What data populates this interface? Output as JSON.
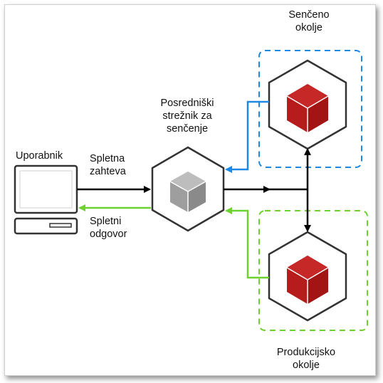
{
  "labels": {
    "shadow_env": [
      "Senčeno",
      "okolje"
    ],
    "proxy": [
      "Posredniški",
      "strežnik za",
      "senčenje"
    ],
    "user": "Uporabnik",
    "request": [
      "Spletna",
      "zahteva"
    ],
    "response": [
      "Spletni",
      "odgovor"
    ],
    "prod_env": [
      "Produkcijsko",
      "okolje"
    ]
  },
  "colors": {
    "shadow": "#1e88e5",
    "production": "#6fd12f",
    "request_arrow": "#000000",
    "response_arrow": "#6fd12f",
    "cube_red": "#b71c1c",
    "cube_gray": "#9e9e9e"
  }
}
